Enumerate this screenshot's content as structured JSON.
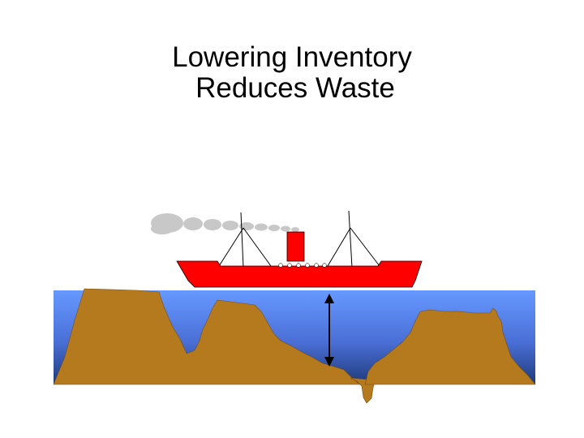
{
  "slide": {
    "title_line1": "Lowering Inventory",
    "title_line2": "Reduces Waste"
  },
  "diagram": {
    "elements": [
      "ship",
      "smoke-plume",
      "water",
      "rocks",
      "depth-arrow"
    ],
    "colors": {
      "ship_hull": "#ff0000",
      "smoke": "#c8c8c8",
      "water_top": "#6699ff",
      "water_bottom": "#1f3a7a",
      "rock": "#b57a1e",
      "outline": "#000000"
    }
  }
}
